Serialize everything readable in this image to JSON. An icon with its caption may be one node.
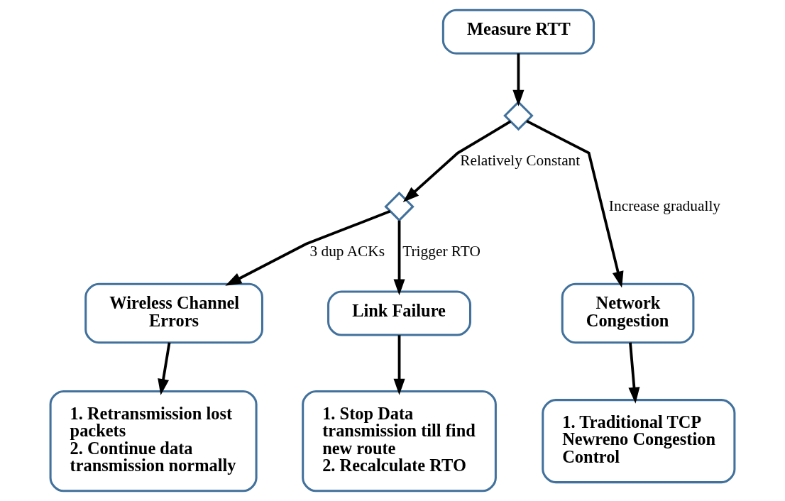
{
  "diagram": {
    "nodes": [
      {
        "text": [
          "Measure RTT"
        ]
      },
      {
        "text": [],
        "shape": "diamond"
      },
      {
        "text": [],
        "shape": "diamond"
      },
      {
        "text": [
          "Wireless Channel Errors"
        ]
      },
      {
        "text": [
          "Link Failure"
        ]
      },
      {
        "text": [
          "Network Congestion"
        ]
      },
      {
        "text": [
          "1. Retransmission lost packets",
          "2. Continue data transmission normally"
        ]
      },
      {
        "text": [
          "1. Stop Data transmission till find new route",
          "2. Recalculate RTO"
        ]
      },
      {
        "text": [
          "1. Traditional TCP Newreno Congestion Control"
        ]
      }
    ],
    "edges": [
      {
        "from": 0,
        "to": 1,
        "arrow": "to"
      },
      {
        "from": 1,
        "to": 2,
        "arrow": "to",
        "label": "Relatively Constant"
      },
      {
        "from": 1,
        "to": 5,
        "arrow": "to",
        "label": "Increase gradually"
      },
      {
        "from": 2,
        "to": 3,
        "arrow": "to",
        "label": "3 dup ACKs"
      },
      {
        "from": 2,
        "to": 4,
        "arrow": "to",
        "label": "Trigger RTO"
      },
      {
        "from": 3,
        "to": 6,
        "arrow": "to"
      },
      {
        "from": 4,
        "to": 7,
        "arrow": "to"
      },
      {
        "from": 5,
        "to": 8,
        "arrow": "to"
      }
    ]
  }
}
